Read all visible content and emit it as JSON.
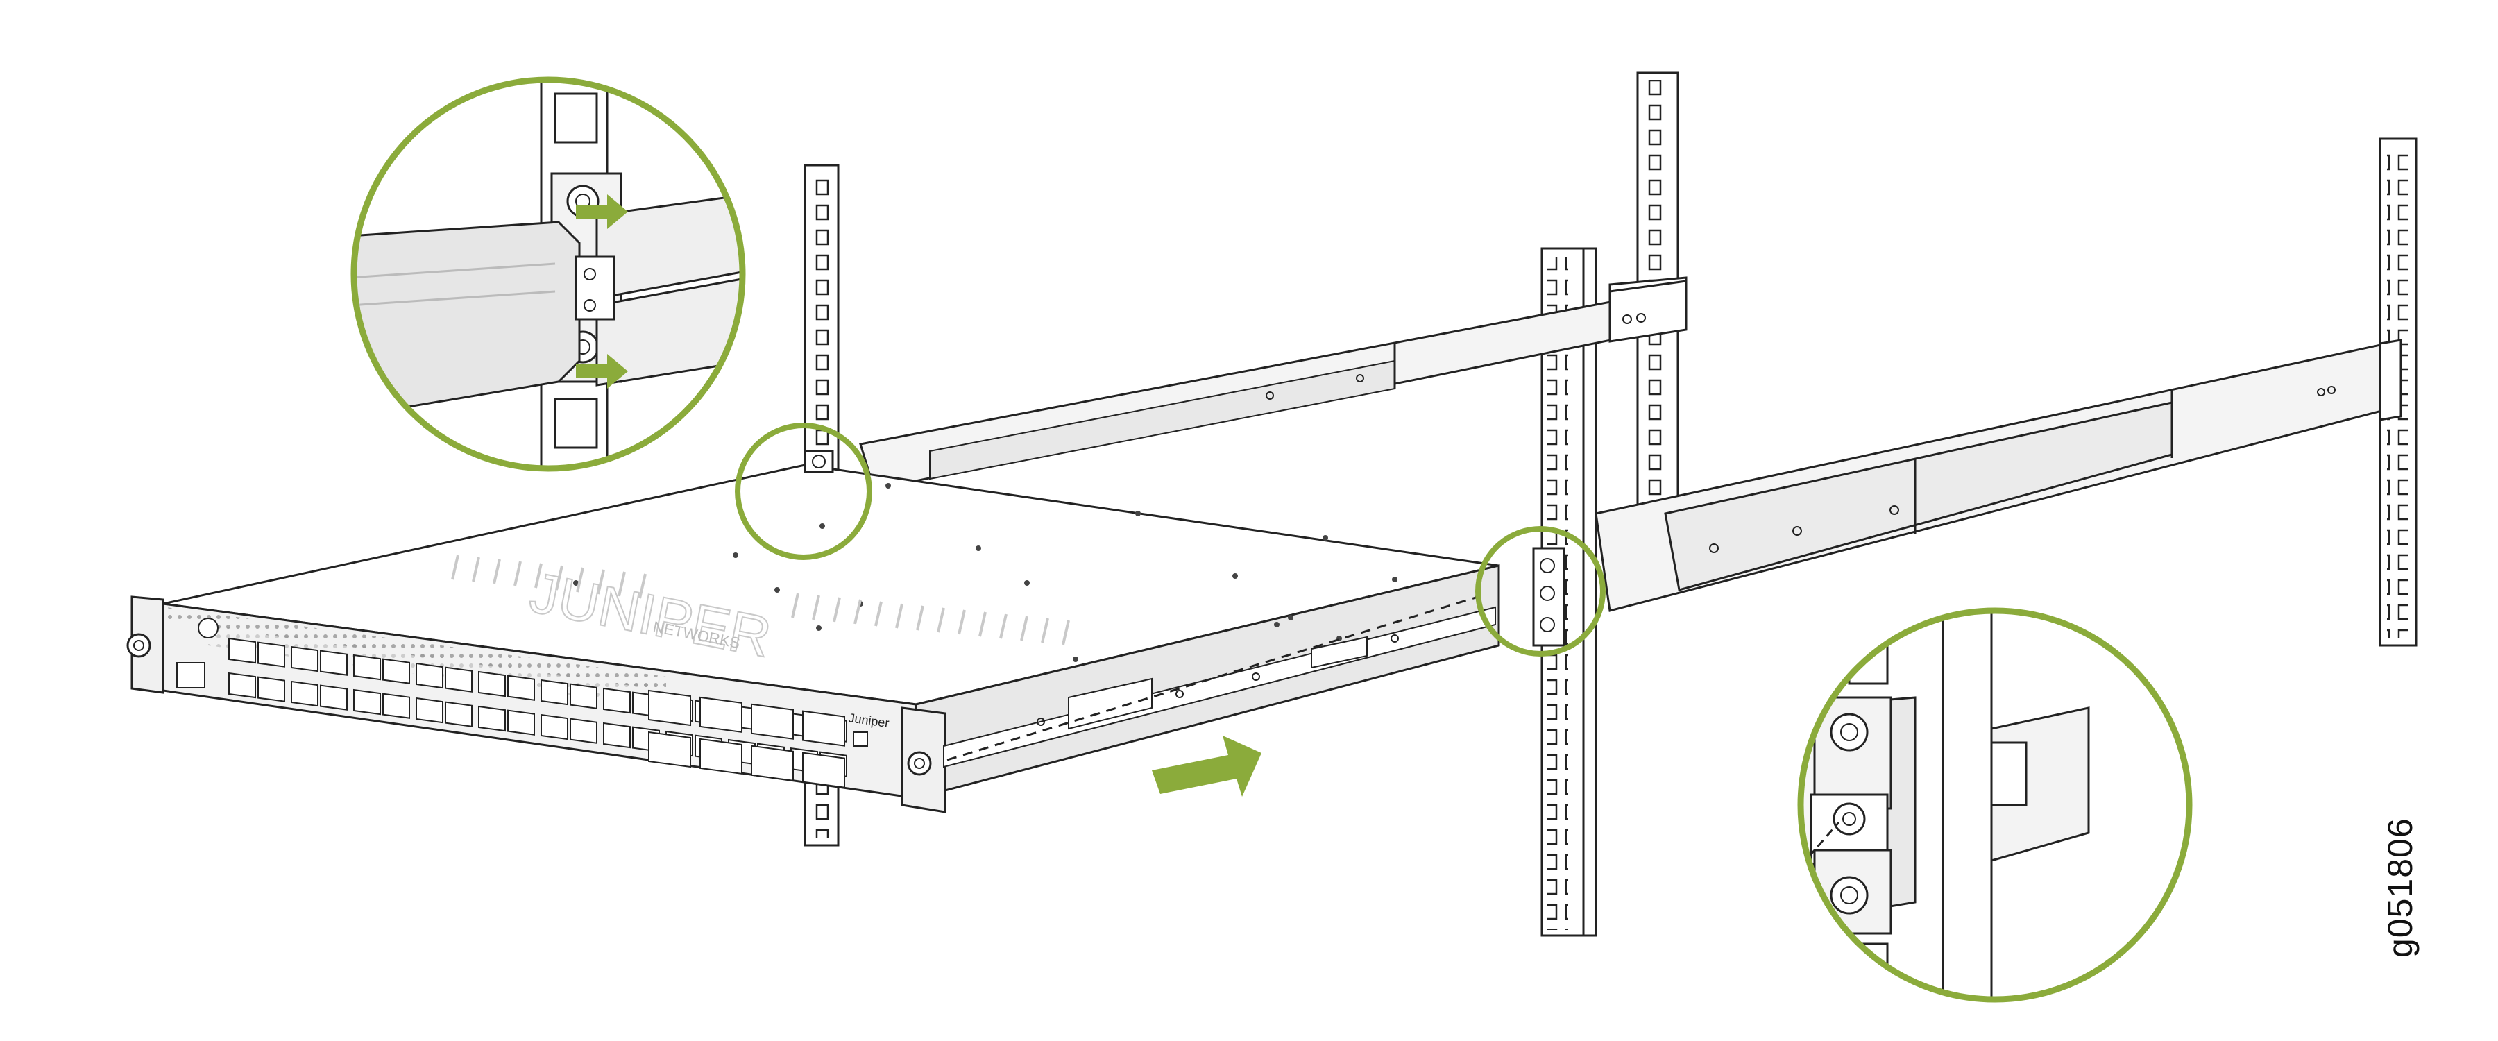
{
  "figure_id": "g051806",
  "brand": {
    "logo_text": "JUNIPER",
    "sub_text": "NETWORKS",
    "badge_text": "Juniper"
  },
  "colors": {
    "accent": "#8bab3b",
    "line": "#1a1a1a",
    "metal_light": "#f4f4f4",
    "metal_mid": "#e4e4e4",
    "metal_dark": "#c9c9c9"
  },
  "icons": [
    "insert-arrow-icon",
    "magnifier-callout",
    "screw-icon",
    "sfp-port-icon"
  ]
}
